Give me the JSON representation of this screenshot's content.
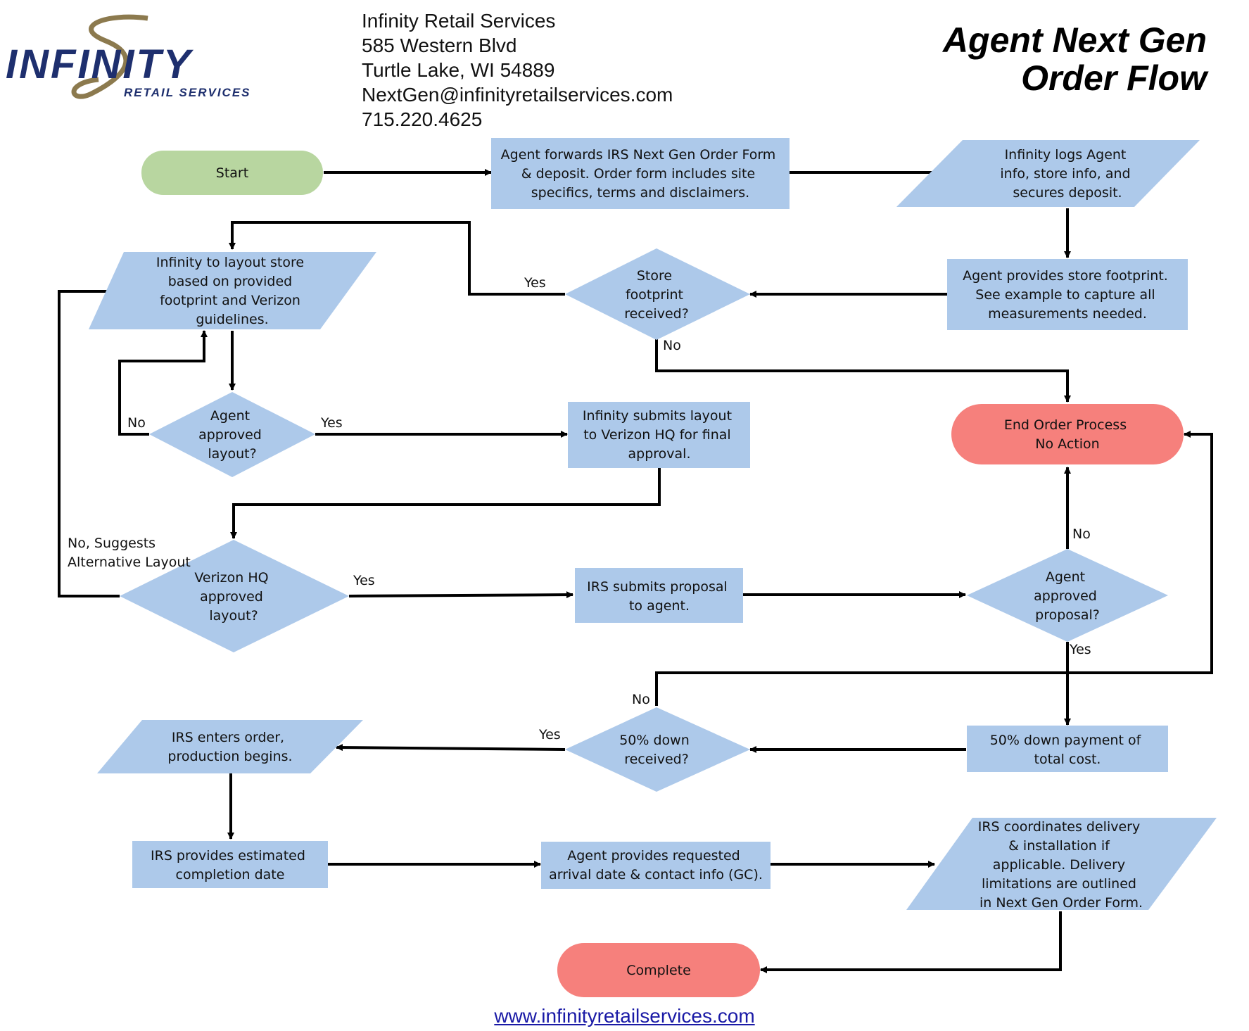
{
  "header": {
    "logo": {
      "word": "INFINITY",
      "sub": "RETAIL SERVICES"
    },
    "contact": [
      "Infinity Retail Services",
      "585 Western Blvd",
      "Turtle Lake, WI  54889",
      "NextGen@infinityretailservices.com",
      "715.220.4625"
    ],
    "title": [
      "Agent Next Gen",
      "Order Flow"
    ]
  },
  "colors": {
    "green": "#b8d6a0",
    "blue": "#adc9ea",
    "red": "#f6807c",
    "line": "#000000"
  },
  "nodes": {
    "start": [
      "Start"
    ],
    "forward": [
      "Agent forwards IRS Next Gen Order Form",
      "& deposit.  Order form includes site",
      "specifics, terms and disclaimers."
    ],
    "logs": [
      "Infinity logs Agent",
      "info, store info, and",
      "secures deposit."
    ],
    "layout": [
      "Infinity to layout store",
      "based on provided",
      "footprint and Verizon",
      "guidelines."
    ],
    "footprint_q": [
      "Store",
      "footprint",
      "received?"
    ],
    "provides_footprint": [
      "Agent provides store footprint.",
      "See example to capture all",
      "measurements needed."
    ],
    "agent_layout_q": [
      "Agent",
      "approved",
      "layout?"
    ],
    "submits_layout": [
      "Infinity submits layout",
      "to Verizon HQ for final",
      "approval."
    ],
    "end_no_action": [
      "End Order Process",
      "No Action"
    ],
    "verizon_q": [
      "Verizon HQ",
      "approved",
      "layout?"
    ],
    "irs_proposal": [
      "IRS submits proposal",
      "to agent."
    ],
    "agent_proposal_q": [
      "Agent",
      "approved",
      "proposal?"
    ],
    "enters_order": [
      "IRS enters order,",
      "production begins."
    ],
    "down_q": [
      "50% down",
      "received?"
    ],
    "down_payment": [
      "50% down payment of",
      "total cost."
    ],
    "completion_date": [
      "IRS provides estimated",
      "completion date"
    ],
    "arrival_date": [
      "Agent provides requested",
      "arrival date & contact info (GC)."
    ],
    "delivery": [
      "IRS coordinates delivery",
      "& installation if",
      "applicable.  Delivery",
      "limitations are outlined",
      "in Next Gen Order Form."
    ],
    "complete": [
      "Complete"
    ]
  },
  "labels": {
    "yes1": "Yes",
    "no1": "No",
    "no2": "No",
    "yes2": "Yes",
    "no_alt": [
      "No, Suggests",
      "Alternative Layout"
    ],
    "yes3": "Yes",
    "no3": "No",
    "yes4": "Yes",
    "no4": "No",
    "yes5": "Yes"
  },
  "footer": {
    "link": "www.infinityretailservices.com"
  }
}
